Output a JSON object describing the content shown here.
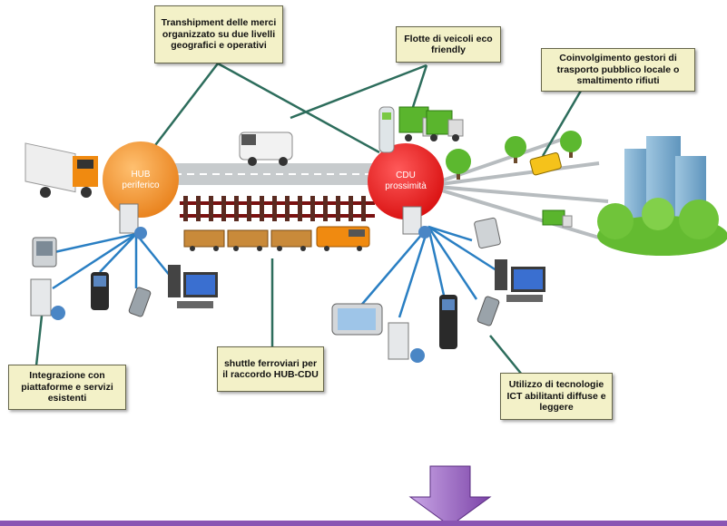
{
  "hubs": {
    "hub_periferico": {
      "line1": "HUB",
      "line2": "periferico",
      "color": "#f39a30"
    },
    "cdu_prossimita": {
      "line1": "CDU",
      "line2": "prossimità",
      "color": "#ee1c1c"
    }
  },
  "callouts": {
    "transhipment": "Transhipment delle merci organizzato su due livelli geografici e operativi",
    "flotte": "Flotte di veicoli eco friendly",
    "coinvolgimento": "Coinvolgimento gestori di trasporto pubblico locale o smaltimento rifiuti",
    "integrazione": "Integrazione con piattaforme e servizi esistenti",
    "shuttle": "shuttle ferroviari per il raccordo HUB-CDU",
    "utilizzo": "Utilizzo di tecnologie ICT abilitanti diffuse e leggere"
  },
  "colors": {
    "callout_bg": "#f3f1c8",
    "connector": "#2d6d5c",
    "device_link": "#2a7fc3",
    "arrow": "#8a55b3",
    "road": "#bfc4c6"
  }
}
